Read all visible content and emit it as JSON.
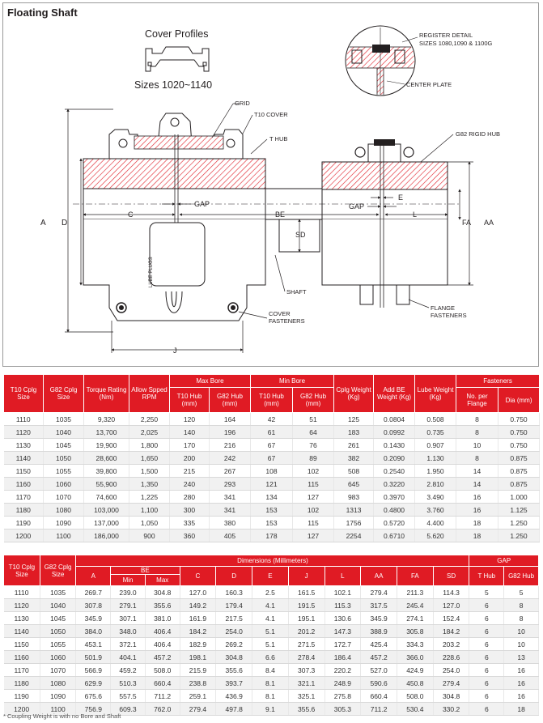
{
  "title": "Floating Shaft",
  "drawing": {
    "cover_profiles_label": "Cover Profiles",
    "sizes_label": "Sizes 1020~1140",
    "register_detail_line1": "REGISTER DETAIL",
    "register_detail_line2": "SIZES 1080,1090 & 1100G",
    "center_plate": "CENTER PLATE",
    "grid": "GRID",
    "t10_cover": "T10 COVER",
    "t_hub": "T HUB",
    "g82_rigid_hub": "G82 RIGID HUB",
    "gap": "GAP",
    "be": "BE",
    "c": "C",
    "e": "E",
    "l": "L",
    "a": "A",
    "d": "D",
    "fa": "FA",
    "aa": "AA",
    "sd": "SD",
    "j": "J",
    "lube_plugs": "LUBE PLUGS",
    "shaft": "SHAFT",
    "cover_fasteners_1": "COVER",
    "cover_fasteners_2": "FASTENERS",
    "flange_fasteners_1": "FLANGE",
    "flange_fasteners_2": "FASTENERS"
  },
  "table1": {
    "headers": {
      "t10": "T10 Cplg Size",
      "g82": "G82 Cplg Size",
      "torque": "Torque Rating (Nm)",
      "rpm": "Allow Spped RPM",
      "max_bore": "Max Bore",
      "min_bore": "Min Bore",
      "t10_hub": "T10 Hub (mm)",
      "g82_hub": "G82 Hub (mm)",
      "weight": "Cplg Weight (Kg)",
      "add_be": "Add BE Weight (Kg)",
      "lube": "Lube Weight (Kg)",
      "fasteners": "Fasteners",
      "per_flange": "No. per Flange",
      "dia": "Dia (mm)"
    },
    "rows": [
      [
        "1110",
        "1035",
        "9,320",
        "2,250",
        "120",
        "164",
        "42",
        "51",
        "125",
        "0.0804",
        "0.508",
        "8",
        "0.750"
      ],
      [
        "1120",
        "1040",
        "13,700",
        "2,025",
        "140",
        "196",
        "61",
        "64",
        "183",
        "0.0992",
        "0.735",
        "8",
        "0.750"
      ],
      [
        "1130",
        "1045",
        "19,900",
        "1,800",
        "170",
        "216",
        "67",
        "76",
        "261",
        "0.1430",
        "0.907",
        "10",
        "0.750"
      ],
      [
        "1140",
        "1050",
        "28,600",
        "1,650",
        "200",
        "242",
        "67",
        "89",
        "382",
        "0.2090",
        "1.130",
        "8",
        "0.875"
      ],
      [
        "1150",
        "1055",
        "39,800",
        "1,500",
        "215",
        "267",
        "108",
        "102",
        "508",
        "0.2540",
        "1.950",
        "14",
        "0.875"
      ],
      [
        "1160",
        "1060",
        "55,900",
        "1,350",
        "240",
        "293",
        "121",
        "115",
        "645",
        "0.3220",
        "2.810",
        "14",
        "0.875"
      ],
      [
        "1170",
        "1070",
        "74,600",
        "1,225",
        "280",
        "341",
        "134",
        "127",
        "983",
        "0.3970",
        "3.490",
        "16",
        "1.000"
      ],
      [
        "1180",
        "1080",
        "103,000",
        "1,100",
        "300",
        "341",
        "153",
        "102",
        "1313",
        "0.4800",
        "3.760",
        "16",
        "1.125"
      ],
      [
        "1190",
        "1090",
        "137,000",
        "1,050",
        "335",
        "380",
        "153",
        "115",
        "1756",
        "0.5720",
        "4.400",
        "18",
        "1.250"
      ],
      [
        "1200",
        "1100",
        "186,000",
        "900",
        "360",
        "405",
        "178",
        "127",
        "2254",
        "0.6710",
        "5.620",
        "18",
        "1.250"
      ]
    ]
  },
  "table2": {
    "headers": {
      "t10": "T10 Cplg Size",
      "g82": "G82 Cplg Size",
      "dimensions": "Dimensions (Millimeters)",
      "a": "A",
      "be": "BE",
      "min": "Min",
      "max": "Max",
      "c": "C",
      "d": "D",
      "e": "E",
      "j": "J",
      "l": "L",
      "aa": "AA",
      "fa": "FA",
      "sd": "SD",
      "gap": "GAP",
      "t_hub": "T Hub",
      "g82_hub": "G82 Hub"
    },
    "rows": [
      [
        "1110",
        "1035",
        "269.7",
        "239.0",
        "304.8",
        "127.0",
        "160.3",
        "2.5",
        "161.5",
        "102.1",
        "279.4",
        "211.3",
        "114.3",
        "5",
        "5"
      ],
      [
        "1120",
        "1040",
        "307.8",
        "279.1",
        "355.6",
        "149.2",
        "179.4",
        "4.1",
        "191.5",
        "115.3",
        "317.5",
        "245.4",
        "127.0",
        "6",
        "8"
      ],
      [
        "1130",
        "1045",
        "345.9",
        "307.1",
        "381.0",
        "161.9",
        "217.5",
        "4.1",
        "195.1",
        "130.6",
        "345.9",
        "274.1",
        "152.4",
        "6",
        "8"
      ],
      [
        "1140",
        "1050",
        "384.0",
        "348.0",
        "406.4",
        "184.2",
        "254.0",
        "5.1",
        "201.2",
        "147.3",
        "388.9",
        "305.8",
        "184.2",
        "6",
        "10"
      ],
      [
        "1150",
        "1055",
        "453.1",
        "372.1",
        "406.4",
        "182.9",
        "269.2",
        "5.1",
        "271.5",
        "172.7",
        "425.4",
        "334.3",
        "203.2",
        "6",
        "10"
      ],
      [
        "1160",
        "1060",
        "501.9",
        "404.1",
        "457.2",
        "198.1",
        "304.8",
        "6.6",
        "278.4",
        "186.4",
        "457.2",
        "366.0",
        "228.6",
        "6",
        "13"
      ],
      [
        "1170",
        "1070",
        "566.9",
        "459.2",
        "508.0",
        "215.9",
        "355.6",
        "8.4",
        "307.3",
        "220.2",
        "527.0",
        "424.9",
        "254.0",
        "6",
        "16"
      ],
      [
        "1180",
        "1080",
        "629.9",
        "510.3",
        "660.4",
        "238.8",
        "393.7",
        "8.1",
        "321.1",
        "248.9",
        "590.6",
        "450.8",
        "279.4",
        "6",
        "16"
      ],
      [
        "1190",
        "1090",
        "675.6",
        "557.5",
        "711.2",
        "259.1",
        "436.9",
        "8.1",
        "325.1",
        "275.8",
        "660.4",
        "508.0",
        "304.8",
        "6",
        "16"
      ],
      [
        "1200",
        "1100",
        "756.9",
        "609.3",
        "762.0",
        "279.4",
        "497.8",
        "9.1",
        "355.6",
        "305.3",
        "711.2",
        "530.4",
        "330.2",
        "6",
        "18"
      ]
    ]
  },
  "footnote": "* Coupling Weight is with no Bore and Shaft",
  "colors": {
    "accent": "#e01b24",
    "hatch": "#e01b24",
    "line": "#231f20"
  }
}
